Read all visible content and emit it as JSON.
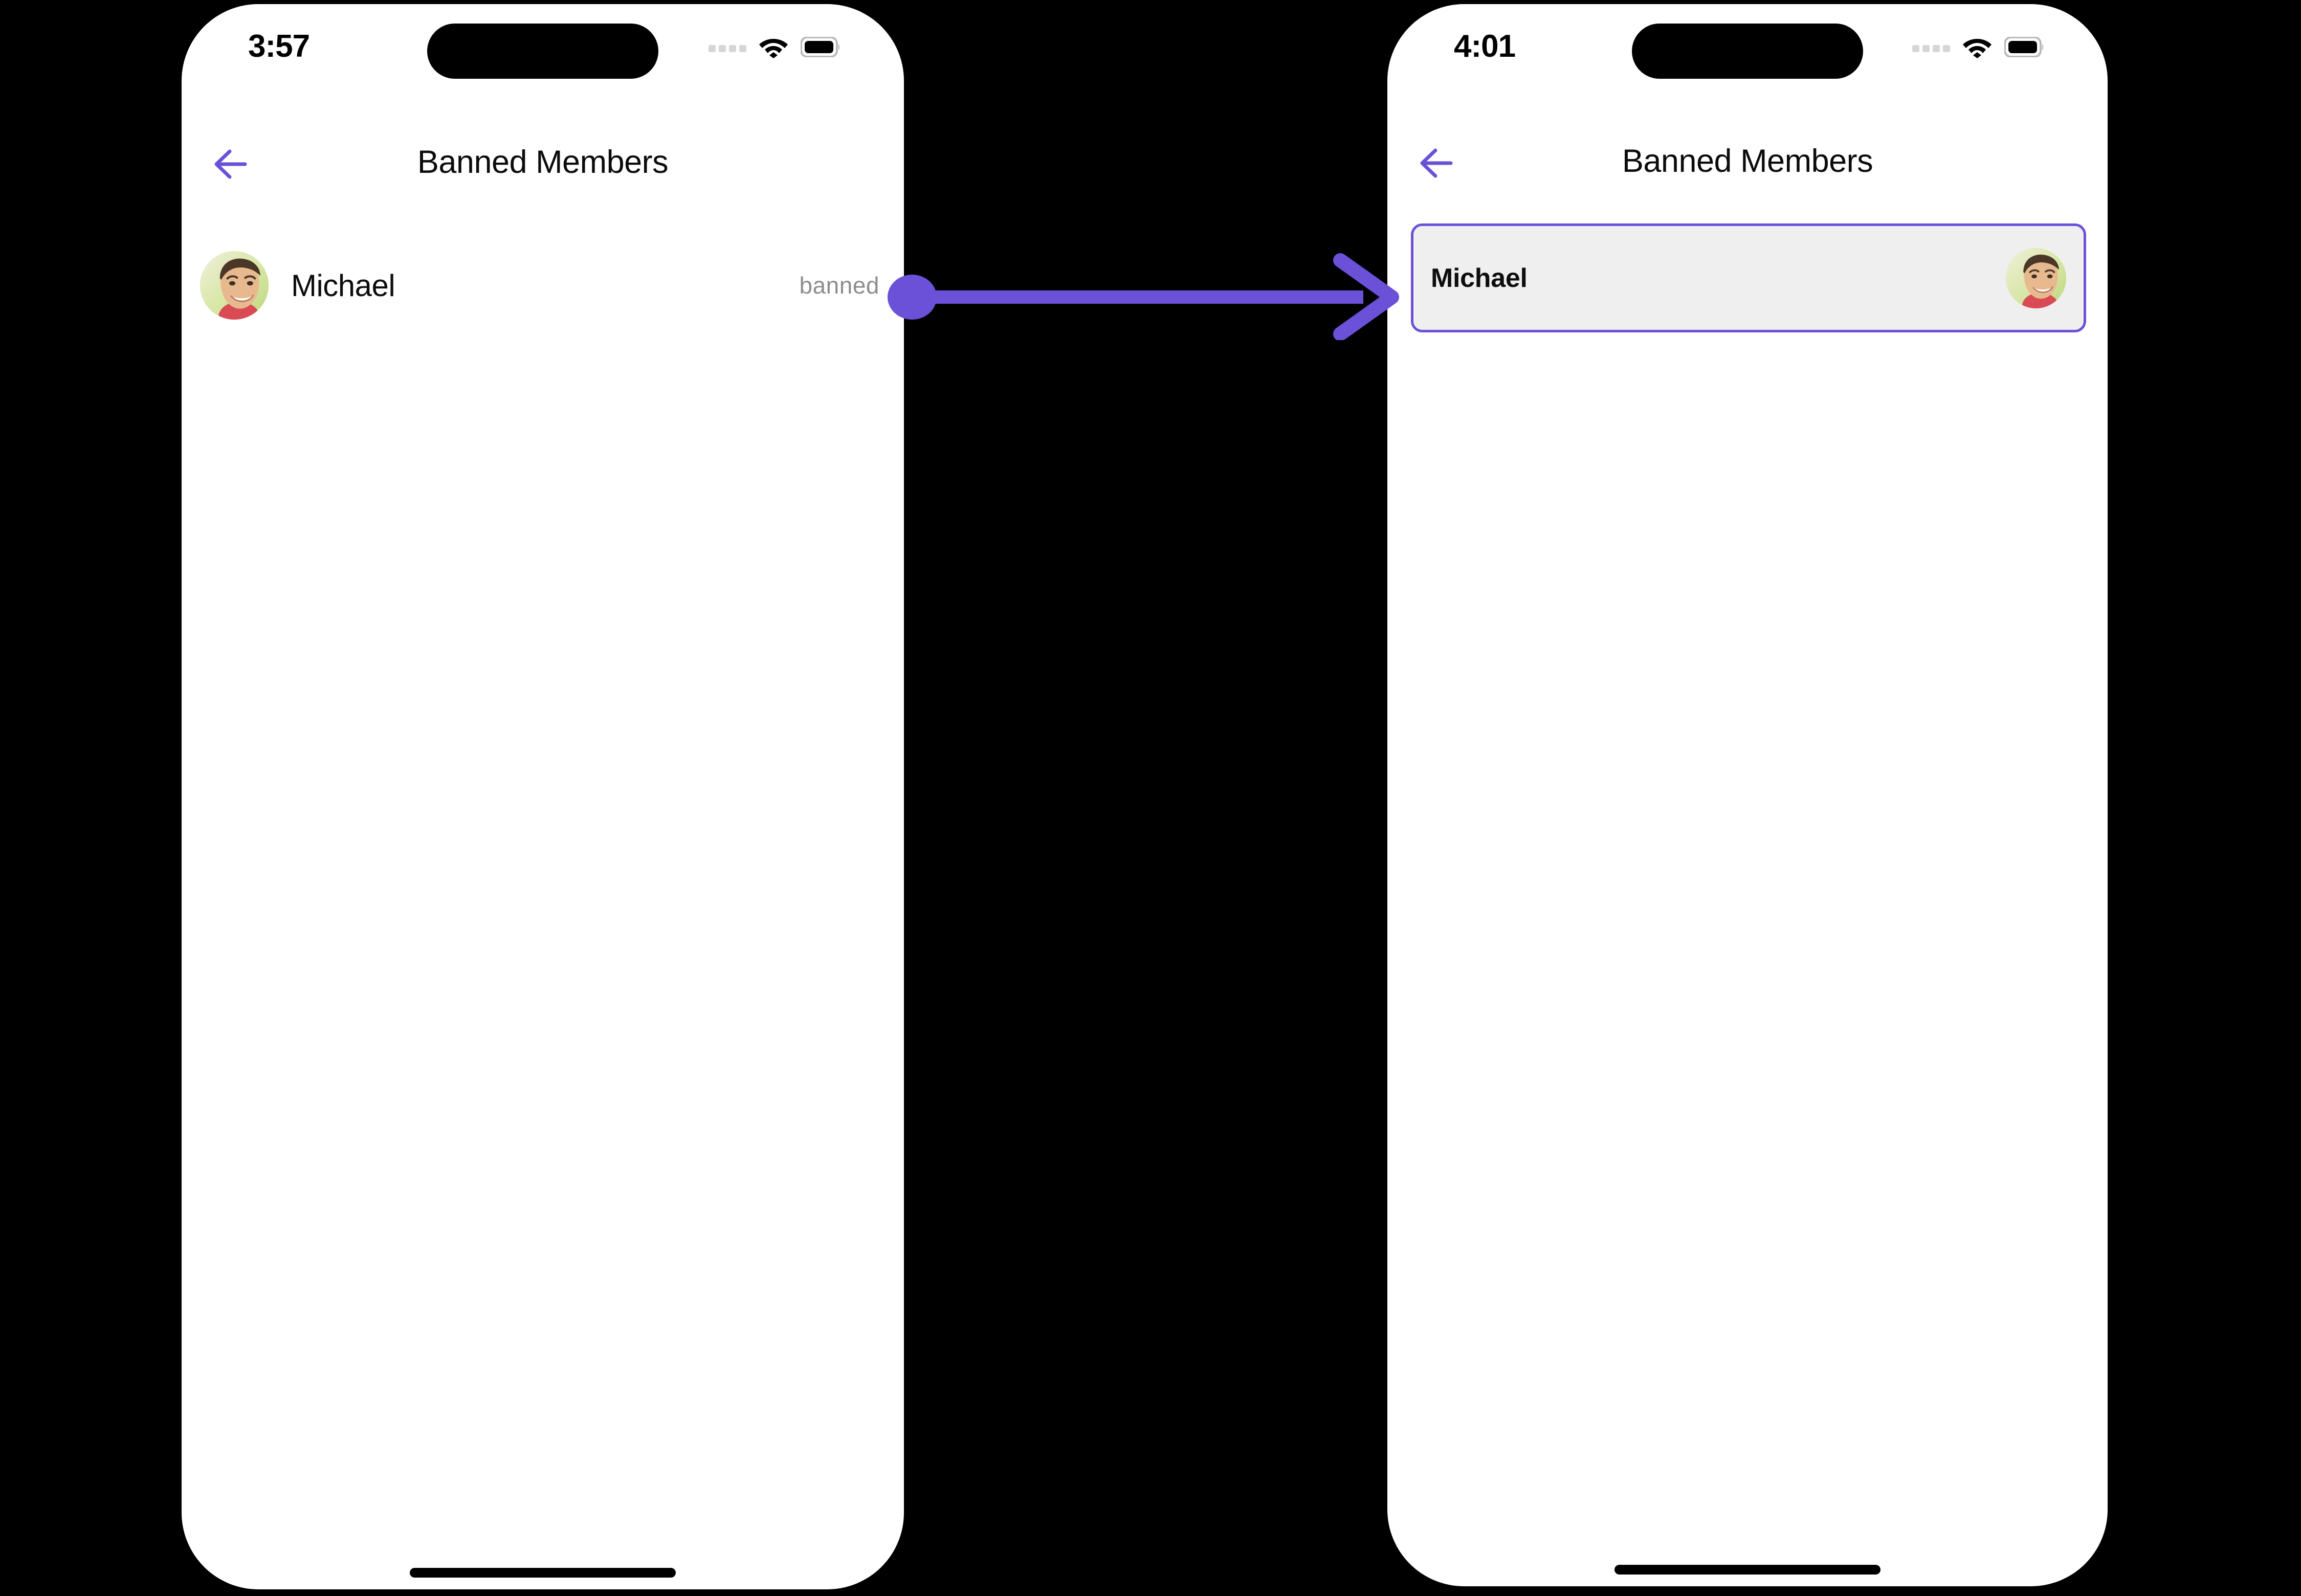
{
  "colors": {
    "accent_purple": "#6a51d8",
    "highlight_bg": "#efefef",
    "status_text_gray": "#8d8d8d",
    "canvas_bg": "#000000",
    "screen_bg": "#ffffff"
  },
  "annotation": {
    "type": "arrow",
    "label": "transition-arrow",
    "color": "#6a51d8",
    "direction": "left-to-right",
    "start_marker": "dot",
    "end_marker": "arrowhead"
  },
  "screens": [
    {
      "id": "before",
      "status_bar": {
        "time": "3:57",
        "cellular_icon": "cellular-signal-icon",
        "wifi_icon": "wifi-icon",
        "battery_icon": "battery-full-icon"
      },
      "nav": {
        "back_icon": "arrow-left-icon",
        "title": "Banned Members"
      },
      "list": {
        "items": [
          {
            "avatar_icon": "user-avatar-photo",
            "name": "Michael",
            "status": "banned",
            "highlighted": false
          }
        ]
      },
      "home_indicator": "home-indicator"
    },
    {
      "id": "after",
      "status_bar": {
        "time": "4:01",
        "cellular_icon": "cellular-signal-icon",
        "wifi_icon": "wifi-icon",
        "battery_icon": "battery-full-icon"
      },
      "nav": {
        "back_icon": "arrow-left-icon",
        "title": "Banned Members"
      },
      "list": {
        "items": [
          {
            "avatar_icon": "user-avatar-photo",
            "name": "Michael",
            "status": "",
            "highlighted": true
          }
        ]
      },
      "home_indicator": "home-indicator"
    }
  ]
}
